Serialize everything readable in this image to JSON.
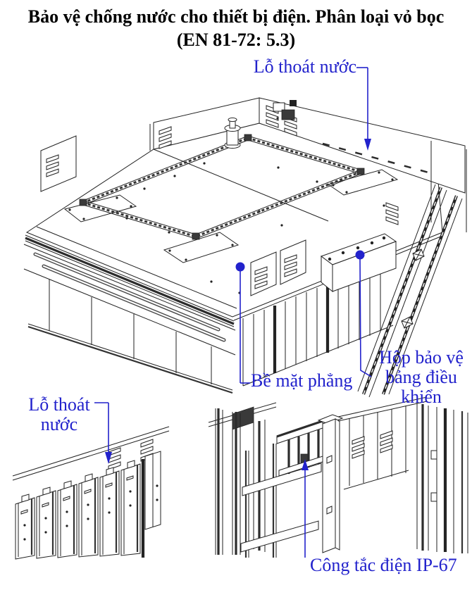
{
  "title": {
    "line1": "Bảo vệ chống nước cho thiết bị điện. Phân loại vỏ bọc",
    "line2": "(EN 81-72: 5.3)"
  },
  "annotations": {
    "drain_top": "Lỗ thoát nước",
    "flat_surface": "Bề mặt phẳng",
    "control_box_line1": "Hộp bảo vệ",
    "control_box_line2": "bảng điều",
    "control_box_line3": "khiển",
    "drain_bottom_line1": "Lỗ thoát",
    "drain_bottom_line2": "nước",
    "switch": "Công tắc điện IP-67"
  },
  "colors": {
    "annotation_blue": "#2222cc",
    "line_dark": "#222222",
    "background": "#ffffff"
  }
}
